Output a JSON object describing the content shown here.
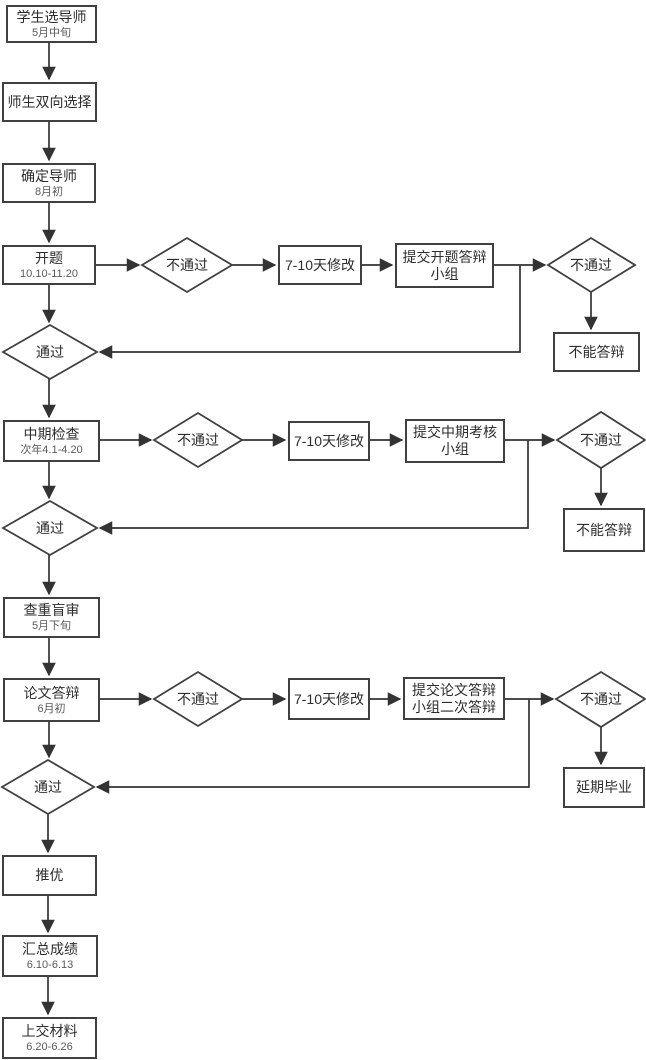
{
  "flowchart": {
    "description": "研究生论文流程图",
    "colors": {
      "background": "#ffffff",
      "node_fill": "#ffffff",
      "stroke": "#404040",
      "line": "#333333",
      "label_text": "#2d2d2d",
      "date_text": "#5a5a5a"
    },
    "nodes": [
      {
        "id": "student-select-advisor",
        "type": "process",
        "label": "学生选导师",
        "sublabel": "5月中旬"
      },
      {
        "id": "mutual-selection",
        "type": "process",
        "label": "师生双向选择"
      },
      {
        "id": "confirm-advisor",
        "type": "process",
        "label": "确定导师",
        "sublabel": "8月初"
      },
      {
        "id": "proposal",
        "type": "process",
        "label": "开题",
        "sublabel": "10.10-11.20"
      },
      {
        "id": "proposal-fail",
        "type": "decision",
        "label": "不通过"
      },
      {
        "id": "revise-7-10-days-1",
        "type": "process",
        "label": "7-10天修改"
      },
      {
        "id": "submit-proposal-defense-group",
        "type": "process",
        "label": "提交开题答辩\n小组"
      },
      {
        "id": "proposal-review-fail",
        "type": "decision",
        "label": "不通过"
      },
      {
        "id": "cannot-defend-1",
        "type": "process",
        "label": "不能答辩"
      },
      {
        "id": "proposal-pass",
        "type": "decision",
        "label": "通过"
      },
      {
        "id": "midterm-check",
        "type": "process",
        "label": "中期检查",
        "sublabel": "次年4.1-4.20"
      },
      {
        "id": "midterm-fail",
        "type": "decision",
        "label": "不通过"
      },
      {
        "id": "revise-7-10-days-2",
        "type": "process",
        "label": "7-10天修改"
      },
      {
        "id": "submit-midterm-assessment-group",
        "type": "process",
        "label": "提交中期考核\n小组"
      },
      {
        "id": "midterm-review-fail",
        "type": "decision",
        "label": "不通过"
      },
      {
        "id": "cannot-defend-2",
        "type": "process",
        "label": "不能答辩"
      },
      {
        "id": "midterm-pass",
        "type": "decision",
        "label": "通过"
      },
      {
        "id": "plagiarism-blind-review",
        "type": "process",
        "label": "查重盲审",
        "sublabel": "5月下旬"
      },
      {
        "id": "thesis-defense",
        "type": "process",
        "label": "论文答辩",
        "sublabel": "6月初"
      },
      {
        "id": "defense-fail",
        "type": "decision",
        "label": "不通过"
      },
      {
        "id": "revise-7-10-days-3",
        "type": "process",
        "label": "7-10天修改"
      },
      {
        "id": "submit-second-defense-group",
        "type": "process",
        "label": "提交论文答辩\n小组二次答辩"
      },
      {
        "id": "second-defense-fail",
        "type": "decision",
        "label": "不通过"
      },
      {
        "id": "delayed-graduation",
        "type": "process",
        "label": "延期毕业"
      },
      {
        "id": "defense-pass",
        "type": "decision",
        "label": "通过"
      },
      {
        "id": "recommend-excellence",
        "type": "process",
        "label": "推优"
      },
      {
        "id": "summarize-grades",
        "type": "process",
        "label": "汇总成绩",
        "sublabel": "6.10-6.13"
      },
      {
        "id": "submit-materials",
        "type": "process",
        "label": "上交材料",
        "sublabel": "6.20-6.26"
      }
    ]
  }
}
